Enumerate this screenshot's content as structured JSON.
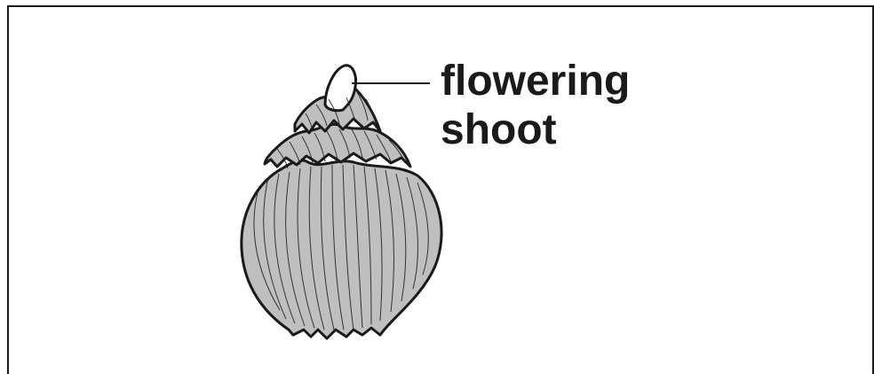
{
  "label": {
    "line1": "flowering",
    "line2": "shoot"
  },
  "colors": {
    "outline": "#1a1a1a",
    "bulb_fill": "#bfbfbf",
    "shoot_fill": "#ffffff",
    "background": "#ffffff"
  },
  "icon": "bulb-illustration"
}
